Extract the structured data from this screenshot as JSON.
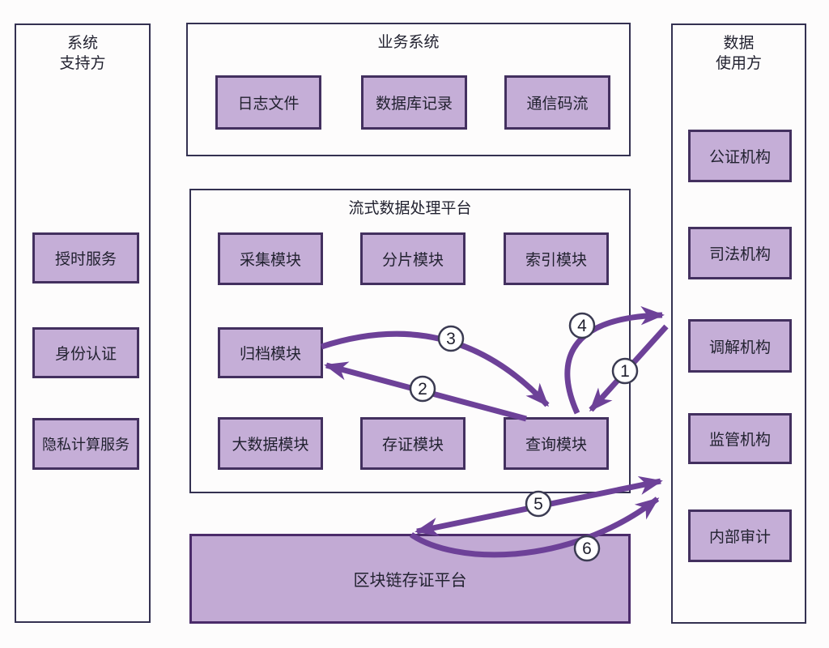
{
  "left_column": {
    "title_line1": "系统",
    "title_line2": "支持方",
    "items": [
      "授时服务",
      "身份认证",
      "隐私计算服务"
    ]
  },
  "business_system": {
    "title": "业务系统",
    "items": [
      "日志文件",
      "数据库记录",
      "通信码流"
    ]
  },
  "stream_platform": {
    "title": "流式数据处理平台",
    "modules": [
      "采集模块",
      "分片模块",
      "索引模块",
      "归档模块",
      "大数据模块",
      "存证模块",
      "查询模块"
    ]
  },
  "blockchain_platform": {
    "title": "区块链存证平台"
  },
  "right_column": {
    "title_line1": "数据",
    "title_line2": "使用方",
    "items": [
      "公证机构",
      "司法机构",
      "调解机构",
      "监管机构",
      "内部审计"
    ]
  },
  "arrows": {
    "labels": [
      "1",
      "2",
      "3",
      "4",
      "5",
      "6"
    ],
    "connections": [
      {
        "label": "1",
        "from": "数据使用方",
        "to": "查询模块"
      },
      {
        "label": "2",
        "from": "查询模块",
        "to": "归档模块"
      },
      {
        "label": "3",
        "from": "归档模块",
        "to": "查询模块"
      },
      {
        "label": "4",
        "from": "查询模块",
        "to": "数据使用方"
      },
      {
        "label": "5",
        "from": "数据使用方",
        "to": "区块链存证平台",
        "bidirectional": true
      },
      {
        "label": "6",
        "from": "区块链存证平台",
        "to": "数据使用方"
      }
    ]
  },
  "colors": {
    "node_fill": "#c5aed7",
    "node_border": "#43305f",
    "platform_fill": "#c2aad4",
    "container_border": "#343151",
    "arrow": "#6d4198",
    "text": "#222230",
    "background": "#fdfcfc"
  }
}
